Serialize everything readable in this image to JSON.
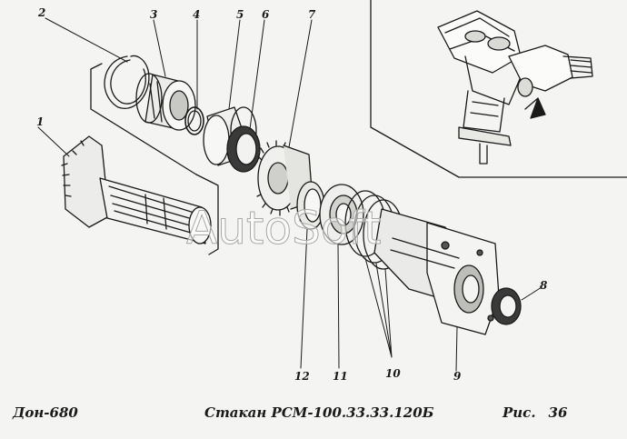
{
  "diagram": {
    "callouts": {
      "c1": "1",
      "c2": "2",
      "c3": "3",
      "c4": "4",
      "c5": "5",
      "c6": "6",
      "c7": "7",
      "c8": "8",
      "c9": "9",
      "c10": "10",
      "c11": "11",
      "c12": "12"
    },
    "watermark": "AutoSoft"
  },
  "footer": {
    "model": "Дон-680",
    "caption": "Стакан РСМ-100.33.33.120Б",
    "fig_label": "Рис.",
    "fig_number": "36"
  },
  "colors": {
    "ink": "#1a1a1a",
    "paper": "#f4f4f2"
  }
}
